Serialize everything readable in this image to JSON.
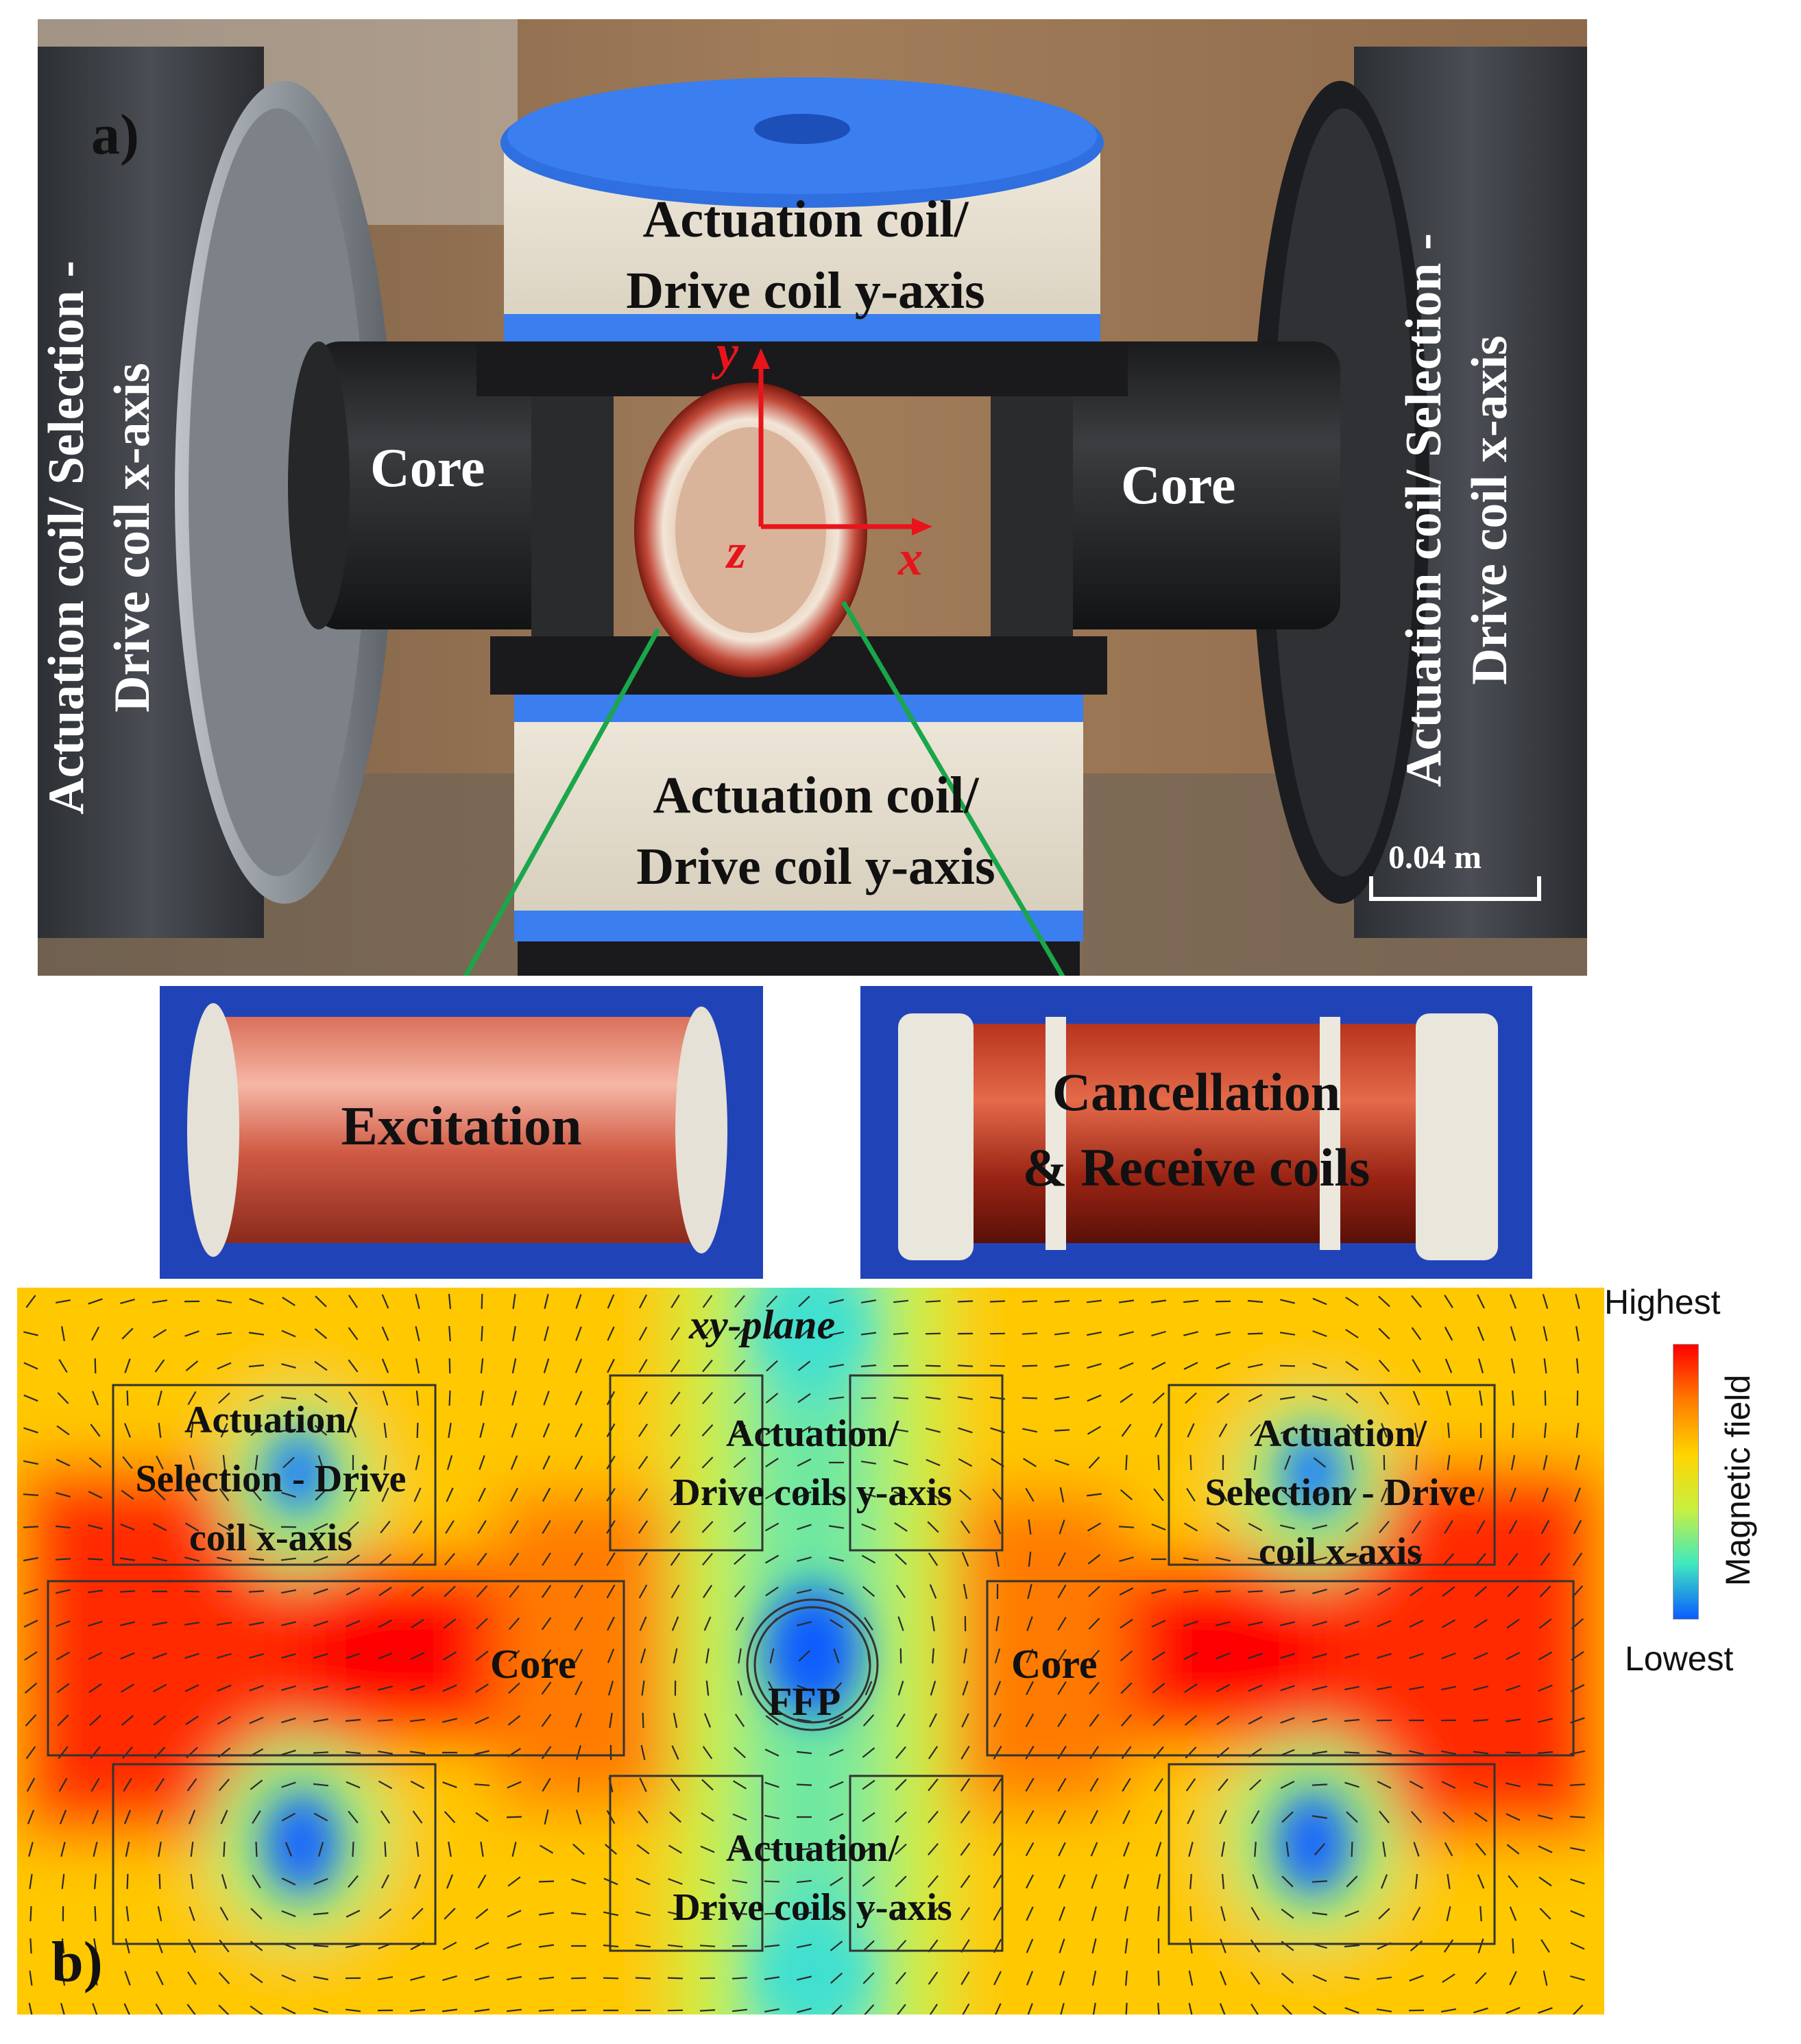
{
  "panel_a": {
    "tag": "a)",
    "left_side_label_line1": "Actuation coil/ Selection -",
    "left_side_label_line2": "Drive coil x-axis",
    "right_side_label_line1": "Actuation coil/ Selection -",
    "right_side_label_line2": "Drive coil x-axis",
    "top_coil_line1": "Actuation coil/",
    "top_coil_line2": "Drive coil y-axis",
    "bottom_coil_line1": "Actuation coil/",
    "bottom_coil_line2": "Drive coil y-axis",
    "core_left": "Core",
    "core_right": "Core",
    "axis_y": "y",
    "axis_x": "x",
    "axis_z": "z",
    "scale_bar": "0.04 m",
    "colors": {
      "axis": "#e8141c",
      "arrow": "#1aa64a",
      "coil_blue": "#2f6fe0"
    }
  },
  "insets": {
    "excitation": "Excitation",
    "cancel_line1": "Cancellation",
    "cancel_line2": "& Receive coils"
  },
  "panel_b": {
    "tag": "b)",
    "plane": "xy-plane",
    "tl_line1": "Actuation/",
    "tl_line2": "Selection - Drive",
    "tl_line3": "coil x-axis",
    "tr_line1": "Actuation/",
    "tr_line2": "Selection - Drive",
    "tr_line3": "coil x-axis",
    "top_mid_line1": "Actuation/",
    "top_mid_line2": "Drive coils y-axis",
    "bot_mid_line1": "Actuation/",
    "bot_mid_line2": "Drive coils y-axis",
    "core_left": "Core",
    "core_right": "Core",
    "ffp": "FFP"
  },
  "legend": {
    "highest": "Highest",
    "lowest": "Lowest",
    "title": "Magnetic field",
    "colors": [
      "#ff0000",
      "#ff7a00",
      "#ffd400",
      "#c8f040",
      "#40e8c0",
      "#0a5cff"
    ]
  }
}
